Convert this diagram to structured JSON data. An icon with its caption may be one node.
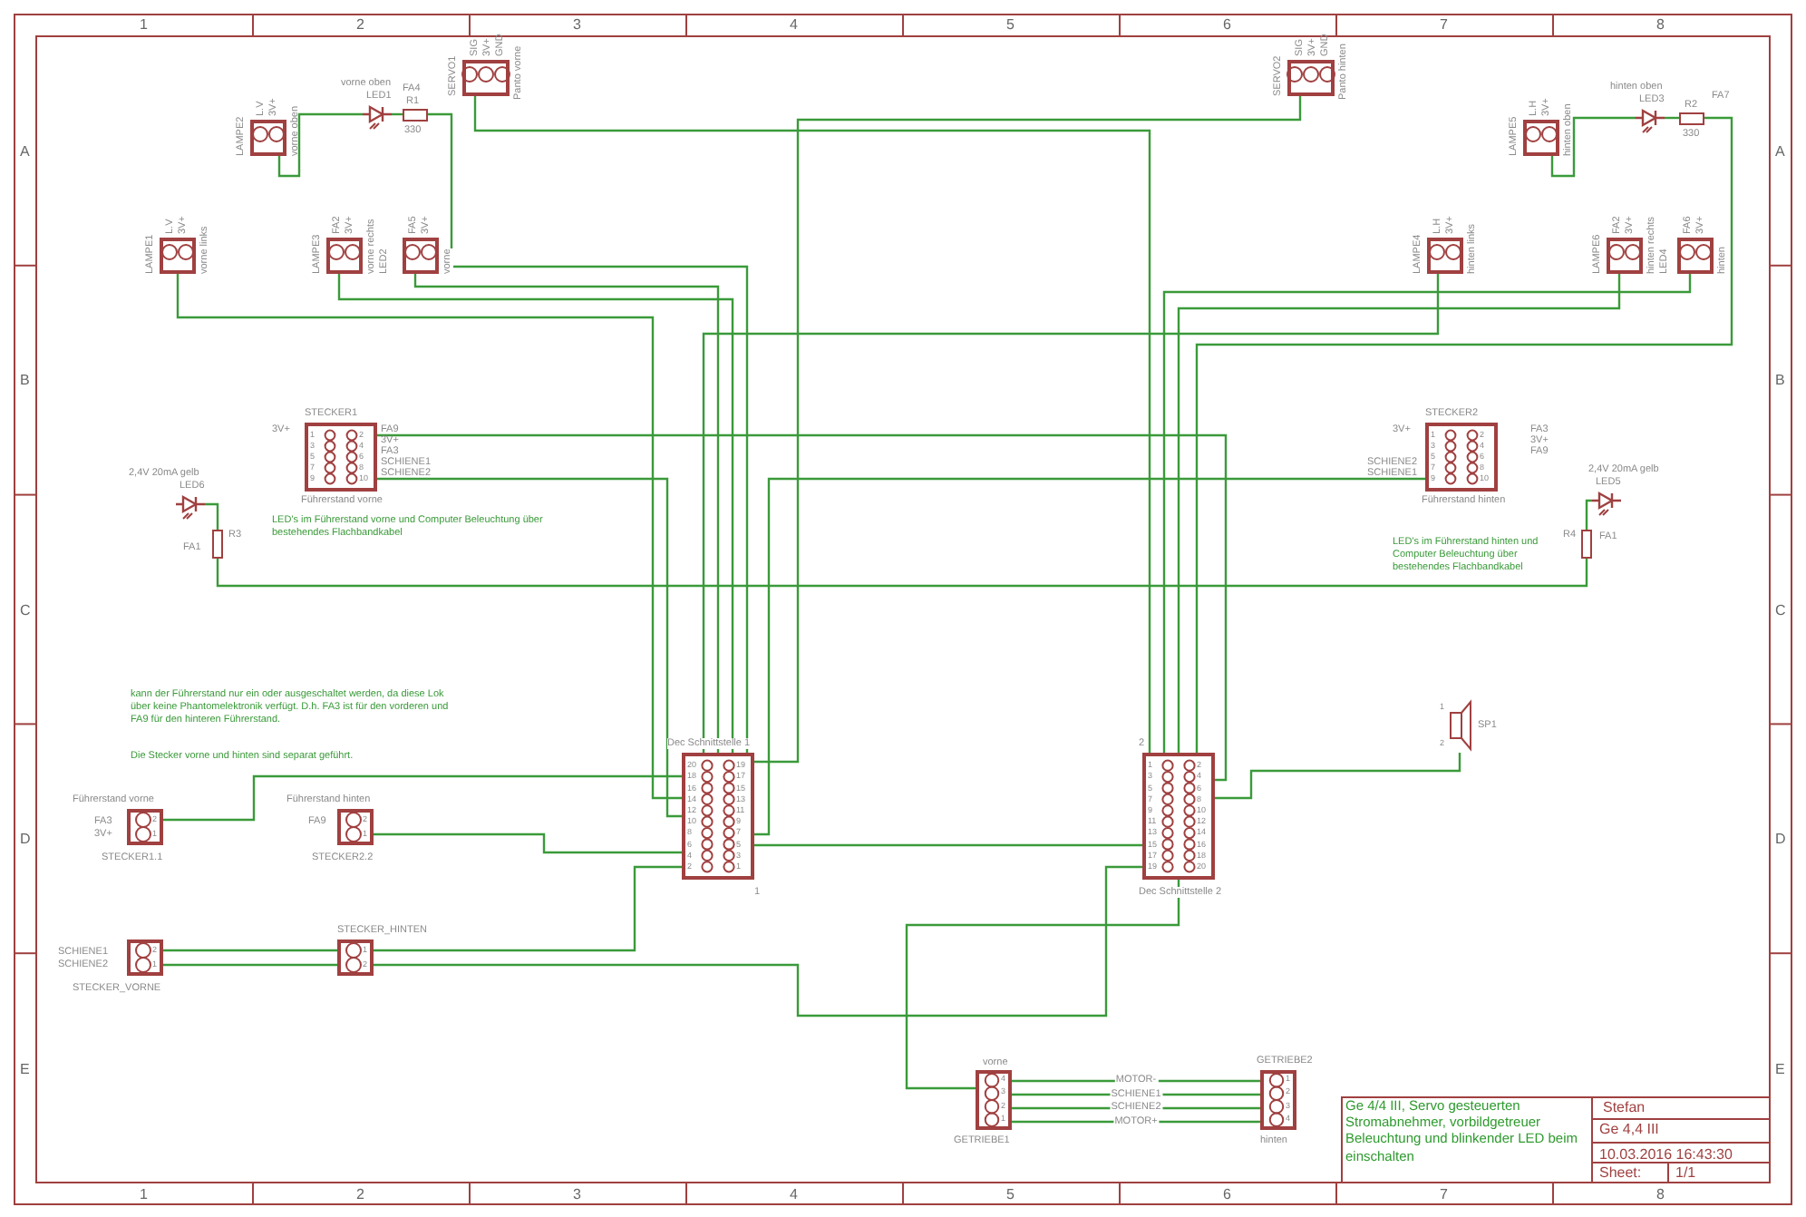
{
  "diagram": {
    "nodes": [
      {
        "text": [
          "LAMPE1"
        ],
        "beside": [
          "L.V",
          "3V+",
          "vorne links"
        ]
      },
      {
        "text": [
          "LAMPE2"
        ],
        "beside": [
          "L.V",
          "3V+",
          "vorne oben"
        ]
      },
      {
        "text": [
          "LED1"
        ],
        "beside": [
          "vorne oben"
        ]
      },
      {
        "text": [
          "R1"
        ],
        "beside": [
          "FA4",
          "330"
        ]
      },
      {
        "text": [
          "SERVO1"
        ],
        "beside": [
          "SIG",
          "3V+",
          "GND",
          "Panto vorne"
        ]
      },
      {
        "text": [
          "LAMPE3"
        ],
        "beside": [
          "FA2",
          "3V+",
          "vorne rechts",
          "LED2"
        ]
      },
      {
        "text": [
          "vorne"
        ],
        "beside": [
          "FA5",
          "3V+"
        ]
      },
      {
        "text": [
          "SERVO2"
        ],
        "beside": [
          "SIG",
          "3V+",
          "GND",
          "Panto hinten"
        ]
      },
      {
        "text": [
          "LAMPE5"
        ],
        "beside": [
          "L.H",
          "3V+",
          "hinten oben"
        ]
      },
      {
        "text": [
          "LED3"
        ],
        "beside": [
          "hinten oben"
        ]
      },
      {
        "text": [
          "R2"
        ],
        "beside": [
          "330",
          "FA7"
        ]
      },
      {
        "text": [
          "LAMPE4"
        ],
        "beside": [
          "L.H",
          "3V+",
          "hinten links"
        ]
      },
      {
        "text": [
          "LAMPE6"
        ],
        "beside": [
          "FA2",
          "3V+",
          "hinten rechts",
          "LED4"
        ]
      },
      {
        "text": [
          "hinten"
        ],
        "beside": [
          "FA6",
          "3V+"
        ]
      },
      {
        "text": [
          "STECKER1",
          "1",
          "2",
          "3",
          "4",
          "5",
          "6",
          "7",
          "8",
          "9",
          "10"
        ],
        "beside": [
          "Führerstand vorne",
          "3V+",
          "FA9",
          "3V+",
          "FA3",
          "SCHIENE1",
          "SCHIENE2"
        ]
      },
      {
        "text": [
          "LED6"
        ],
        "beside": [
          "2,4V 20mA gelb"
        ]
      },
      {
        "text": [
          "R3"
        ],
        "beside": [
          "FA1"
        ]
      },
      {
        "text": [
          "STECKER2",
          "1",
          "2",
          "3",
          "4",
          "5",
          "6",
          "7",
          "8",
          "9",
          "10"
        ],
        "beside": [
          "Führerstand hinten",
          "3V+",
          "FA3",
          "3V+",
          "FA9",
          "SCHIENE2",
          "SCHIENE1"
        ]
      },
      {
        "text": [
          "LED5"
        ],
        "beside": [
          "2,4V 20mA gelb"
        ]
      },
      {
        "text": [
          "R4"
        ],
        "beside": [
          "FA1"
        ]
      },
      {
        "text": [
          "SP1",
          "1",
          "2"
        ]
      },
      {
        "text": [
          "Dec Schnittstelle 1",
          "20",
          "19",
          "18",
          "17",
          "16",
          "15",
          "14",
          "13",
          "12",
          "11",
          "10",
          "9",
          "8",
          "7",
          "6",
          "5",
          "4",
          "3",
          "2",
          "1"
        ],
        "beside": [
          "1"
        ]
      },
      {
        "text": [
          "2",
          "1",
          "2",
          "3",
          "4",
          "5",
          "6",
          "7",
          "8",
          "9",
          "10",
          "11",
          "12",
          "13",
          "14",
          "15",
          "16",
          "17",
          "18",
          "19",
          "20",
          "Dec Schnittstelle 2"
        ]
      },
      {
        "text": [
          "Führerstand vorne",
          "FA3",
          "3V+",
          "2",
          "1",
          "STECKER1.1"
        ]
      },
      {
        "text": [
          "Führerstand hinten",
          "FA9",
          "2",
          "1",
          "STECKER2.2"
        ]
      },
      {
        "text": [
          "SCHIENE1",
          "SCHIENE2",
          "2",
          "1",
          "STECKER_VORNE"
        ]
      },
      {
        "text": [
          "STECKER_HINTEN",
          "1",
          "2"
        ]
      },
      {
        "text": [
          "vorne",
          "4",
          "3",
          "2",
          "1",
          "GETRIEBE1"
        ]
      },
      {
        "text": [
          "GETRIEBE2",
          "1",
          "2",
          "3",
          "4",
          "hinten"
        ]
      }
    ],
    "edges": [
      {
        "from": 1,
        "to": 2,
        "arrow": "none"
      },
      {
        "from": 2,
        "to": 3,
        "arrow": "none"
      },
      {
        "from": 3,
        "to": 21,
        "arrow": "none"
      },
      {
        "from": 4,
        "to": 22,
        "arrow": "none"
      },
      {
        "from": 7,
        "to": 21,
        "arrow": "none"
      },
      {
        "from": 0,
        "to": 21,
        "arrow": "none"
      },
      {
        "from": 5,
        "to": 21,
        "arrow": "none"
      },
      {
        "from": 6,
        "to": 21,
        "arrow": "none"
      },
      {
        "from": 11,
        "to": 21,
        "arrow": "none"
      },
      {
        "from": 8,
        "to": 9,
        "arrow": "none"
      },
      {
        "from": 9,
        "to": 10,
        "arrow": "none"
      },
      {
        "from": 10,
        "to": 22,
        "arrow": "none"
      },
      {
        "from": 12,
        "to": 22,
        "arrow": "none"
      },
      {
        "from": 13,
        "to": 22,
        "arrow": "none"
      },
      {
        "from": 15,
        "to": 16,
        "arrow": "none"
      },
      {
        "from": 16,
        "to": 19,
        "arrow": "none"
      },
      {
        "from": 18,
        "to": 19,
        "arrow": "none"
      },
      {
        "from": 14,
        "to": 22,
        "arrow": "none"
      },
      {
        "from": 14,
        "to": 21,
        "arrow": "none"
      },
      {
        "from": 17,
        "to": 21,
        "arrow": "none"
      },
      {
        "from": 20,
        "to": 22,
        "arrow": "none"
      },
      {
        "from": 23,
        "to": 21,
        "arrow": "none"
      },
      {
        "from": 24,
        "to": 21,
        "arrow": "none"
      },
      {
        "from": 25,
        "to": 26,
        "arrow": "none"
      },
      {
        "from": 25,
        "to": 26,
        "arrow": "none"
      },
      {
        "from": 26,
        "to": 21,
        "arrow": "none"
      },
      {
        "from": 26,
        "to": 22,
        "arrow": "none"
      },
      {
        "from": 21,
        "to": 22,
        "arrow": "none"
      },
      {
        "from": 22,
        "to": 27,
        "arrow": "none"
      },
      {
        "from": 27,
        "to": 28,
        "arrow": "none",
        "label": "MOTOR-"
      },
      {
        "from": 27,
        "to": 28,
        "arrow": "none",
        "label": "SCHIENE1"
      },
      {
        "from": 27,
        "to": 28,
        "arrow": "none",
        "label": "SCHIENE2"
      },
      {
        "from": 27,
        "to": 28,
        "arrow": "none",
        "label": "MOTOR+"
      }
    ],
    "labels": [
      "1",
      "2",
      "3",
      "4",
      "5",
      "6",
      "7",
      "8",
      "1",
      "2",
      "3",
      "4",
      "5",
      "6",
      "7",
      "8",
      "A",
      "B",
      "C",
      "D",
      "E",
      "A",
      "B",
      "C",
      "D",
      "E",
      "LED's im Führerstand vorne und Computer Beleuchtung über bestehendes Flachbandkabel",
      "LED's im Führerstand hinten und Computer Beleuchtung über bestehendes Flachbandkabel",
      "kann der Führerstand nur ein oder ausgeschaltet werden, da diese Lok über keine Phantomelektronik verfügt. D.h. FA3 ist für den vorderen und FA9 für den hinteren Führerstand.",
      "Die Stecker vorne und hinten sind separat geführt.",
      "Ge 4/4 III, Servo gesteuerten Stromabnehmer, vorbildgetreuer Beleuchtung und blinkender LED beim einschalten",
      "Stefan",
      "Ge 4,4 III",
      "10.03.2016 16:43:30",
      "Sheet:",
      "1/1"
    ]
  }
}
